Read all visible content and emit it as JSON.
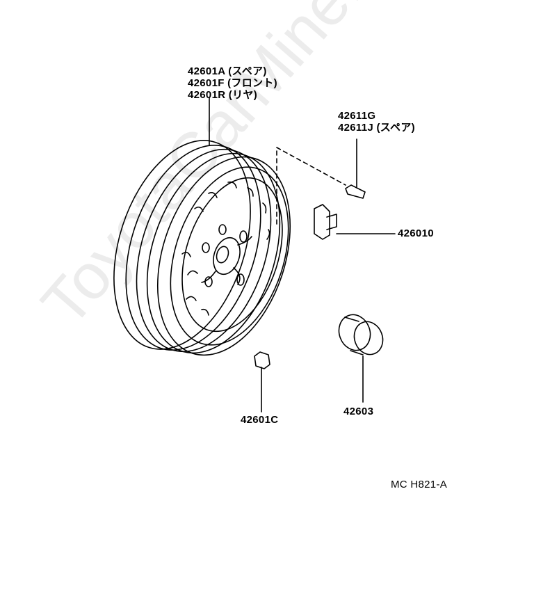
{
  "watermark": "ToyotaCarMine.ru",
  "diagram_code": "MC H821-A",
  "callouts": {
    "wheel": [
      "42601A (スペア)",
      "42601F (フロント)",
      "42601R (リヤ)"
    ],
    "valve": [
      "42611G",
      "42611J (スペア)"
    ],
    "weight": "426010",
    "nut": "42601C",
    "cap": "42603"
  },
  "colors": {
    "line": "#000000",
    "watermark": "#ececec"
  }
}
